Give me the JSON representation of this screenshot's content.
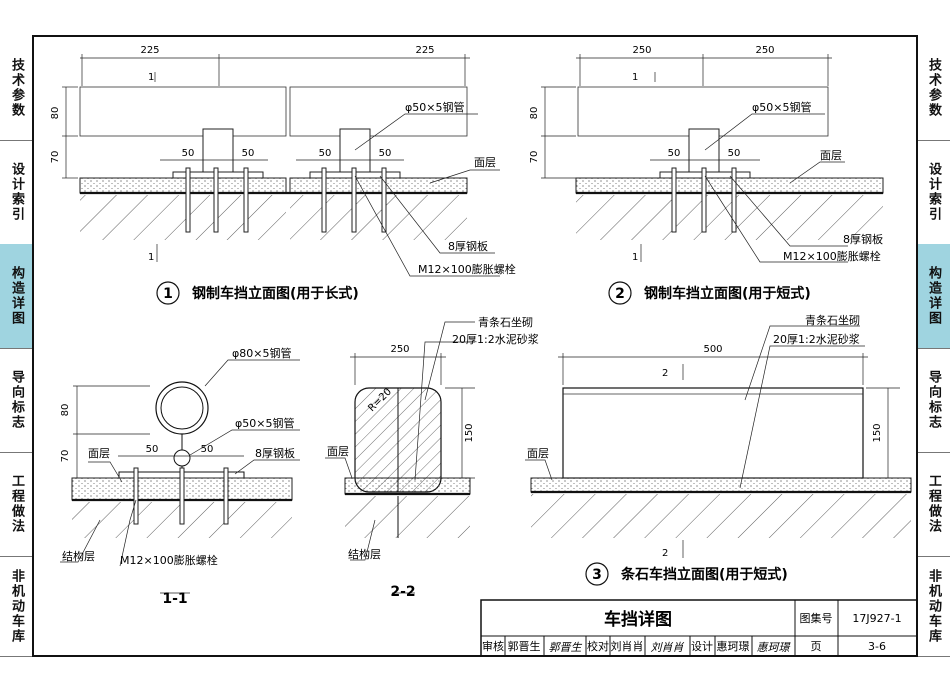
{
  "side_tabs": [
    "技术参数",
    "设计索引",
    "构造详图",
    "导向标志",
    "工程做法",
    "非机动车库"
  ],
  "active_tab": "构造详图",
  "colors": {
    "active_tab": "#9fd4e0",
    "line": "#111111"
  },
  "fig1": {
    "num": "1",
    "caption": "钢制车挡立面图(用于长式)",
    "dim_left": "225",
    "dim_right": "225",
    "dim_h1": "80",
    "dim_h2": "70",
    "dim_bolt_a": "50",
    "dim_bolt_b": "50",
    "dim_bolt_c": "50",
    "dim_bolt_d": "50",
    "section": "1",
    "pipe": "φ50×5钢管",
    "surface": "面层",
    "plate": "8厚钢板",
    "bolt": "M12×100膨胀螺栓"
  },
  "fig2": {
    "num": "2",
    "caption": "钢制车挡立面图(用于短式)",
    "dim_left": "250",
    "dim_right": "250",
    "dim_h1": "80",
    "dim_h2": "70",
    "dim_bolt_a": "50",
    "dim_bolt_b": "50",
    "section": "1",
    "pipe": "φ50×5钢管",
    "surface": "面层",
    "plate": "8厚钢板",
    "bolt": "M12×100膨胀螺栓"
  },
  "sec11": {
    "title": "1-1",
    "top_pipe": "φ80×5钢管",
    "pipe": "φ50×5钢管",
    "plate": "8厚钢板",
    "surface": "面层",
    "structure": "结构层",
    "bolt": "M12×100膨胀螺栓",
    "dim_h1": "80",
    "dim_h2": "70",
    "dim_a": "50",
    "dim_b": "50"
  },
  "sec22": {
    "title": "2-2",
    "dim_w": "250",
    "dim_h": "150",
    "radius": "R=20",
    "surface": "面层",
    "structure": "结构层"
  },
  "fig3": {
    "num": "3",
    "caption": "条石车挡立面图(用于短式)",
    "dim_w": "500",
    "dim_h": "150",
    "section": "2",
    "surface": "面层"
  },
  "stone_note": {
    "line1": "青条石坐砌",
    "line2": "20厚1:2水泥砂浆"
  },
  "title_block": {
    "title": "车挡详图",
    "atlas_label": "图集号",
    "atlas_value": "17J927-1",
    "page_label": "页",
    "page_value": "3-6",
    "review_label": "审核",
    "review_name": "郭晋生",
    "review_sig": "郭晋生",
    "check_label": "校对",
    "check_name": "刘肖肖",
    "check_sig": "刘肖肖",
    "design_label": "设计",
    "design_name": "惠珂璟",
    "design_sig": "惠珂璟"
  }
}
